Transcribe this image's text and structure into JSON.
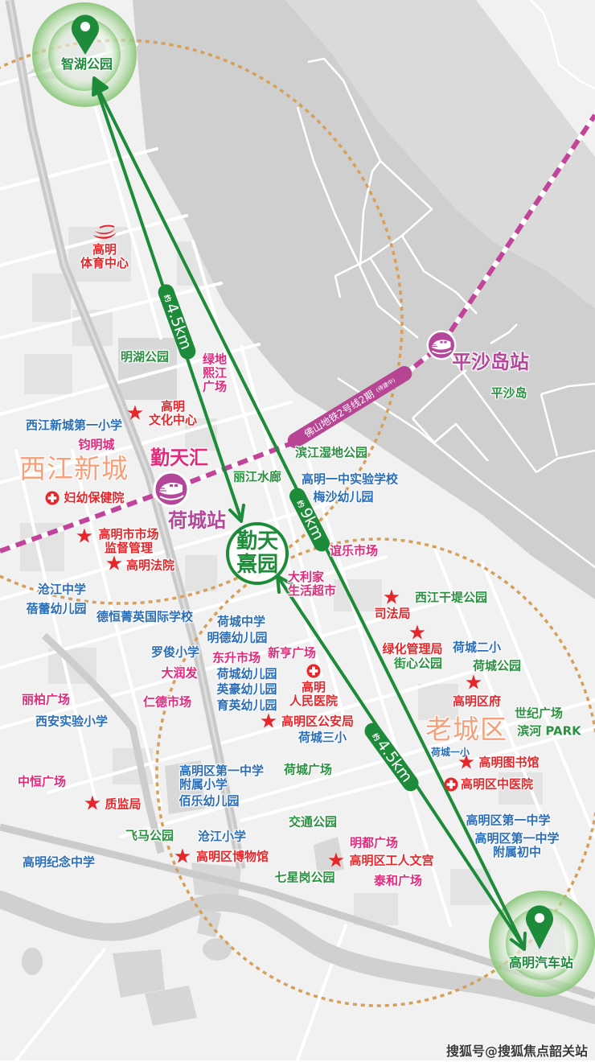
{
  "destinations": {
    "zhihu_park": {
      "name": "智湖公园",
      "icon": "map-pin"
    },
    "bus_station": {
      "name": "高明汽车站",
      "icon": "map-pin"
    },
    "project": {
      "lines": [
        "勤天",
        "熹园"
      ]
    }
  },
  "routes": [
    {
      "prefix": "约",
      "distance": "4.5km"
    },
    {
      "prefix": "约",
      "distance": "9km"
    },
    {
      "prefix": "约",
      "distance": "4.5km"
    }
  ],
  "metro": {
    "line_name": "佛山地铁2号线2期",
    "line_status": "(待建中)",
    "stations": [
      {
        "name": "荷城站",
        "icon": "metro-train"
      },
      {
        "name": "平沙岛站",
        "icon": "metro-train"
      }
    ]
  },
  "districts": [
    {
      "name": "西江新城"
    },
    {
      "name": "老城区"
    }
  ],
  "commercial": [
    {
      "name": "勤天汇"
    },
    {
      "name": "钧明城"
    },
    {
      "lines": [
        "绿地",
        "熙江",
        "广场"
      ]
    },
    {
      "name": "谊乐市场"
    },
    {
      "lines": [
        "大利家",
        "生活超市"
      ]
    },
    {
      "name": "新亨广场"
    },
    {
      "name": "东升市场"
    },
    {
      "name": "大润发"
    },
    {
      "name": "仁德市场"
    },
    {
      "name": "丽柏广场"
    },
    {
      "name": "中恒广场"
    },
    {
      "name": "明都广场"
    },
    {
      "name": "泰和广场"
    }
  ],
  "schools": [
    {
      "name": "西江新城第一小学"
    },
    {
      "name": "高明一中实验学校"
    },
    {
      "name": "梅沙幼儿园"
    },
    {
      "name": "沧江中学"
    },
    {
      "name": "蓓蕾幼儿园"
    },
    {
      "name": "德恒菁英国际学校"
    },
    {
      "name": "荷城中学"
    },
    {
      "name": "明德幼儿园"
    },
    {
      "name": "罗俊小学"
    },
    {
      "name": "荷城幼儿园"
    },
    {
      "name": "英豪幼儿园"
    },
    {
      "name": "育英幼儿园"
    },
    {
      "name": "荷城三小"
    },
    {
      "name": "荷城二小"
    },
    {
      "name": "荷城一小"
    },
    {
      "name": "西安实验小学"
    },
    {
      "lines": [
        "高明区第一中学",
        "附属小学"
      ]
    },
    {
      "name": "佰乐幼儿园"
    },
    {
      "name": "沧江小学"
    },
    {
      "name": "高明纪念中学"
    },
    {
      "name": "高明区第一中学"
    },
    {
      "lines": [
        "高明区第一中学",
        "附属初中"
      ]
    }
  ],
  "parks": [
    {
      "name": "明湖公园"
    },
    {
      "name": "丽江水廊"
    },
    {
      "name": "滨江湿地公园"
    },
    {
      "name": "平沙岛"
    },
    {
      "name": "西江干堤公园"
    },
    {
      "name": "街心公园"
    },
    {
      "name": "荷城公园"
    },
    {
      "name": "世纪广场"
    },
    {
      "name": "滨河 PARK"
    },
    {
      "name": "荷城广场"
    },
    {
      "name": "交通公园"
    },
    {
      "name": "飞马公园"
    },
    {
      "name": "七星岗公园"
    }
  ],
  "facilities": [
    {
      "lines": [
        "高明",
        "体育中心"
      ],
      "icon": "sports-center-logo"
    },
    {
      "lines": [
        "高明",
        "文化中心"
      ],
      "icon": "star"
    },
    {
      "name": "妇幼保健院",
      "icon": "hospital-cross"
    },
    {
      "lines": [
        "高明市市场",
        "监督管理"
      ],
      "icon": "star"
    },
    {
      "name": "高明法院",
      "icon": "star"
    },
    {
      "name": "司法局",
      "icon": "star"
    },
    {
      "name": "绿化管理局",
      "icon": "star"
    },
    {
      "lines": [
        "高明",
        "人民医院"
      ],
      "icon": "hospital-cross"
    },
    {
      "name": "高明区公安局",
      "icon": "star"
    },
    {
      "name": "高明区府",
      "icon": "star"
    },
    {
      "name": "高明图书馆",
      "icon": "star"
    },
    {
      "name": "高明区中医院",
      "icon": "hospital-cross"
    },
    {
      "name": "质监局",
      "icon": "star"
    },
    {
      "name": "高明区博物馆",
      "icon": "star"
    },
    {
      "name": "高明区工人文宫",
      "icon": "star"
    }
  ],
  "icon_glyphs": {
    "star": "★"
  },
  "watermark": "搜狐号@搜狐焦点韶关站",
  "colors": {
    "route_green": "#1e8b3a",
    "metro_magenta": "#c2449a",
    "station_purple": "#b4479a",
    "school_blue": "#2a6db9",
    "commercial_pink": "#e3297b",
    "park_green": "#2a9140",
    "facility_red": "#e6262b",
    "district_orange": "#f5a07b",
    "radius_ring_dotted": "#d6a05a",
    "land": "#f1f1f1",
    "river": "#d0d0d0"
  }
}
